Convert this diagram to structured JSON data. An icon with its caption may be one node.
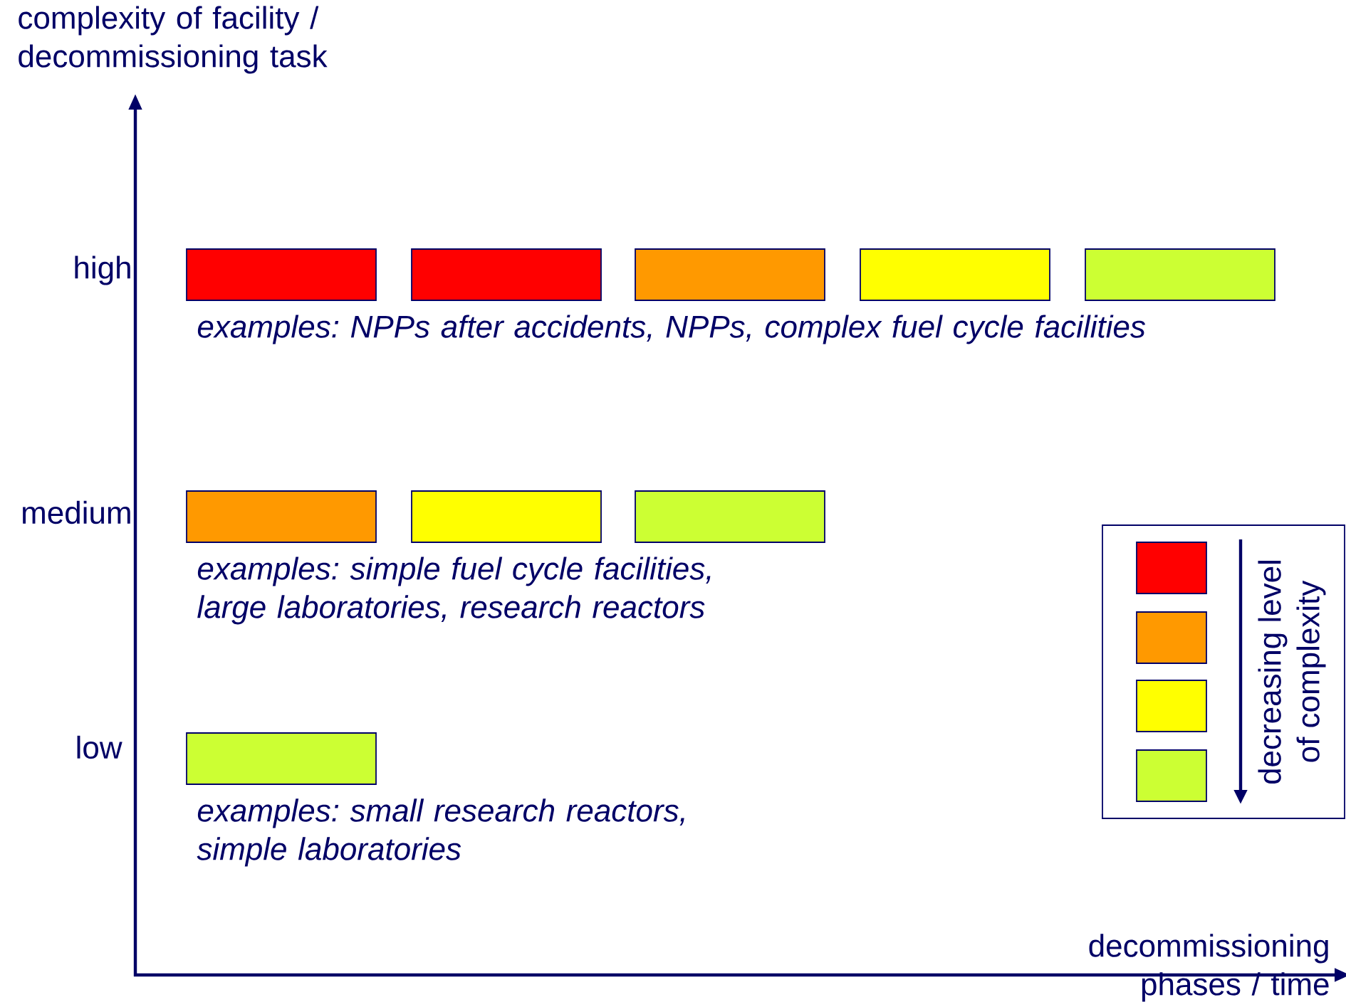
{
  "diagram": {
    "nodes": [
      {
        "text": [],
        "shape": "bar"
      },
      {
        "text": [],
        "shape": "bar"
      },
      {
        "text": [],
        "shape": "bar"
      },
      {
        "text": [],
        "shape": "bar"
      },
      {
        "text": [],
        "shape": "bar"
      },
      {
        "text": [],
        "shape": "bar"
      },
      {
        "text": [],
        "shape": "bar"
      },
      {
        "text": [],
        "shape": "bar"
      },
      {
        "text": [],
        "shape": "bar"
      },
      {
        "text": [
          "decreasing level of complexity"
        ]
      }
    ],
    "labels": [
      "complexity of facility / decommissioning task",
      "high",
      "examples: NPPs after accidents, NPPs, complex fuel cycle facilities",
      "medium",
      "examples: simple fuel cycle facilities, large laboratories, research reactors",
      "low",
      "examples: small research reactors, simple laboratories",
      "decommissioning phases / time"
    ]
  }
}
